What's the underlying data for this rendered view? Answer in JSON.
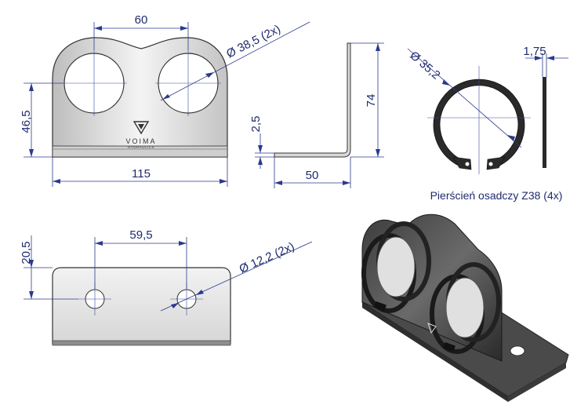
{
  "front_view": {
    "hole_spacing": "60",
    "hole_diameter": "Ø 38,5  (2x)",
    "height": "46,5",
    "width": "115"
  },
  "side_view": {
    "thickness": "2,5",
    "height": "74",
    "base_length": "50"
  },
  "ring_view": {
    "diameter": "Ø 35,2",
    "thickness": "1,75",
    "caption": "Pierścień osadczy Z38 (4x)"
  },
  "base_view": {
    "hole_spacing": "59,5",
    "hole_diameter": "Ø 12,2  (2x)",
    "hole_offset": "20,5"
  },
  "logo": {
    "name": "VOIMA",
    "sub": "HYDRAULICS"
  },
  "colors": {
    "dimension": "#1f2a6e",
    "part_fill": "#e8e8e8",
    "part_outline": "#333333"
  }
}
